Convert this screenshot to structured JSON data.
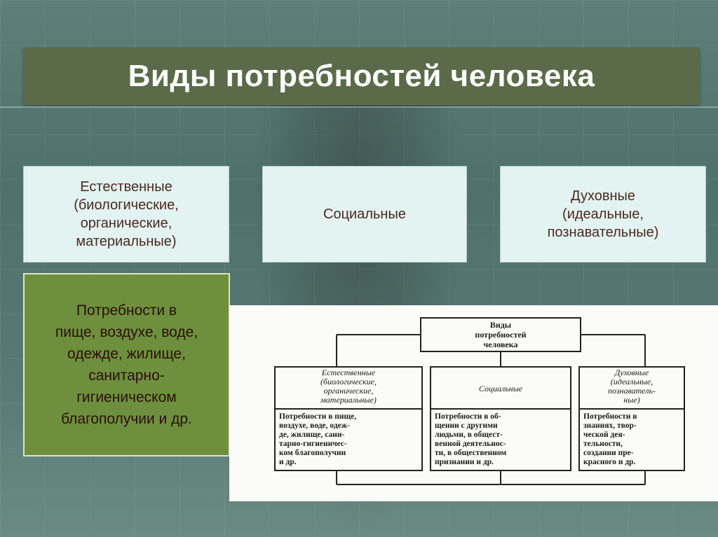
{
  "title": "Виды потребностей человека",
  "categories": [
    {
      "lines": [
        "Естественные",
        "(биологические,",
        "органические,",
        "материальные)"
      ]
    },
    {
      "lines": [
        "Социальные"
      ]
    },
    {
      "lines": [
        "Духовные",
        "(идеальные,",
        "познавательные)"
      ]
    }
  ],
  "natural_needs": {
    "lines": [
      "Потребности в",
      "пище, воздухе, воде,",
      "одежде, жилище,",
      "санитарно-",
      "гигиеническом",
      "благополучии и др."
    ]
  },
  "scan_diagram": {
    "root": [
      "Виды",
      "потребностей",
      "человека"
    ],
    "headers": [
      [
        "Естественные",
        "(биологические,",
        "органические,",
        "материальные)"
      ],
      [
        "Социальные"
      ],
      [
        "Духовные",
        "(идеальные,",
        "познаватель-",
        "ные)"
      ]
    ],
    "details": [
      [
        "Потребности в пище,",
        "воздухе, воде, одеж-",
        "де, жилище, сани-",
        "тарно-гигиеничес-",
        "ком благополучии",
        "и др."
      ],
      [
        "Потребности в об-",
        "щении с другими",
        "людьми, в общест-",
        "венной деятельнос-",
        "ти, в общественном",
        "признании и др."
      ],
      [
        "Потребности в",
        "знаниях, твор-",
        "ческой дея-",
        "тельности,",
        "создании пре-",
        "красного и др."
      ]
    ]
  }
}
